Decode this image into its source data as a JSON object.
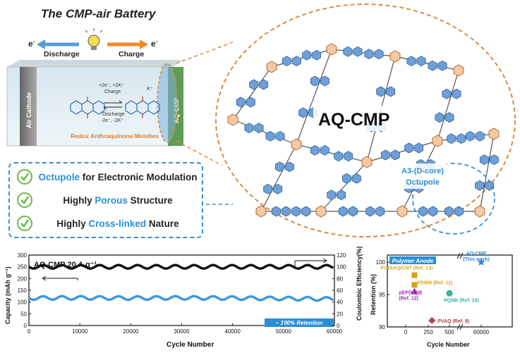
{
  "header": {
    "title": "The CMP-air Battery"
  },
  "battery": {
    "electron_left": "e",
    "electron_right": "e",
    "superscript": "-",
    "discharge_label": "Discharge",
    "charge_label": "Charge",
    "air_cathode": "Air Cathode",
    "aq_cmp_side": "AQ-CMP",
    "redox_forward": "+2e⁻, +2K⁺",
    "redox_forward_label": "Charge",
    "redox_back_label": "Discharge",
    "redox_back": "-2e⁻, -2K⁺",
    "moieties_label": "Redox Anthraquinone Moieties",
    "k_label": "K⁺"
  },
  "structure": {
    "main_label": "AQ-CMP",
    "octupole_label_1": "A3-(D-core)",
    "octupole_label_2": "Octupole"
  },
  "features": [
    {
      "prefix": "",
      "highlight": "Octupole",
      "suffix": " for Electronic Modulation"
    },
    {
      "prefix": "Highly ",
      "highlight": "Porous",
      "suffix": " Structure"
    },
    {
      "prefix": "Highly ",
      "highlight": "Cross-linked",
      "suffix": " Nature"
    }
  ],
  "colors": {
    "accent": "#2a8fd6",
    "check": "#6bb94a",
    "dash_orange": "#d98c3f",
    "hexagon_fill": "#f6c8a4",
    "anthra": "#6e9fd6"
  },
  "chart_data": [
    {
      "type": "scatter",
      "title": "AQ-CMP 20 A g⁻¹",
      "xlabel": "Cycle Number",
      "ylabel": "Capacity (mAh g⁻¹)",
      "y2label": "Coulombic Efficiency(%)",
      "xlim": [
        0,
        60000
      ],
      "ylim": [
        0,
        300
      ],
      "y2lim": [
        0,
        120
      ],
      "x_ticks": [
        "0",
        "10000",
        "20000",
        "30000",
        "40000",
        "50000",
        "60000"
      ],
      "y_ticks": [
        "0",
        "50",
        "100",
        "150",
        "200",
        "250",
        "300"
      ],
      "y2_ticks": [
        "0",
        "20",
        "40",
        "60",
        "80",
        "100",
        "120"
      ],
      "annotation": "~ 100% Retention",
      "series": [
        {
          "name": "Capacity",
          "axis": "left",
          "color": "#3d9ad8",
          "x": [
            0,
            10000,
            20000,
            30000,
            40000,
            50000,
            60000
          ],
          "y": [
            117,
            118,
            117,
            118,
            117,
            115,
            113
          ]
        },
        {
          "name": "Coulombic Efficiency",
          "axis": "right",
          "color": "#111111",
          "x": [
            0,
            10000,
            20000,
            30000,
            40000,
            50000,
            60000
          ],
          "y": [
            100,
            100,
            100,
            100,
            100,
            100,
            100
          ]
        }
      ]
    },
    {
      "type": "scatter",
      "title": "Polymer Anode",
      "xlabel": "Cycle Number",
      "ylabel": "Retention (%)",
      "ylim": [
        90,
        100
      ],
      "x_ticks": [
        "0",
        "250",
        "500",
        "60000"
      ],
      "y_ticks": [
        "90",
        "95",
        "100"
      ],
      "points": [
        {
          "label": "AQ-CMP (This work)",
          "x": 60000,
          "y": 100,
          "marker": "star",
          "color": "#2e86d4"
        },
        {
          "label": "P14AAQ/CNT (Ref. 13)",
          "x": 100,
          "y": 98,
          "marker": "square",
          "color": "#d4a21a"
        },
        {
          "label": "PDBM (Ref. 11)",
          "x": 100,
          "y": 96.5,
          "marker": "square",
          "color": "#d4a21a"
        },
        {
          "label": "pEP(NQ)E (Ref. 12)",
          "x": 100,
          "y": 95.5,
          "marker": "triangle",
          "color": "#9b2fae"
        },
        {
          "label": "PQNB (Ref. 10)",
          "x": 500,
          "y": 95.2,
          "marker": "hexagon",
          "color": "#3ab3a5"
        },
        {
          "label": "PVAQ (Ref. 9)",
          "x": 300,
          "y": 91,
          "marker": "diamond",
          "color": "#b0414a"
        }
      ]
    }
  ]
}
